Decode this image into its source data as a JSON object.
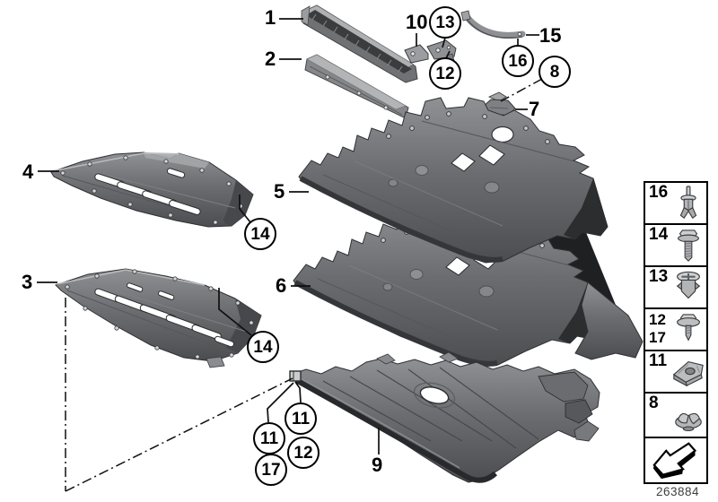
{
  "diagram": {
    "description": "Underbody shield / underbonnet screen exploded parts diagram",
    "part_number": "263884",
    "colors": {
      "background": "#ffffff",
      "line": "#000000",
      "panel_mid": "#6b6d70",
      "panel_dark": "#3a3c3f",
      "panel_light": "#aeb0b2"
    }
  },
  "callouts": {
    "plain": [
      {
        "id": "part-1",
        "text": "1"
      },
      {
        "id": "part-2",
        "text": "2"
      },
      {
        "id": "part-3",
        "text": "3"
      },
      {
        "id": "part-4",
        "text": "4"
      },
      {
        "id": "part-5",
        "text": "5"
      },
      {
        "id": "part-6",
        "text": "6"
      },
      {
        "id": "part-7",
        "text": "7"
      },
      {
        "id": "part-9",
        "text": "9"
      },
      {
        "id": "part-10",
        "text": "10"
      },
      {
        "id": "part-15",
        "text": "15"
      }
    ],
    "circled": [
      {
        "id": "part-13",
        "text": "13"
      },
      {
        "id": "part-12-top",
        "text": "12"
      },
      {
        "id": "part-16",
        "text": "16"
      },
      {
        "id": "part-8",
        "text": "8"
      },
      {
        "id": "part-14-upper",
        "text": "14"
      },
      {
        "id": "part-14-lower",
        "text": "14"
      },
      {
        "id": "part-11-right",
        "text": "11"
      },
      {
        "id": "part-11-left",
        "text": "11"
      },
      {
        "id": "part-12-bottom",
        "text": "12"
      },
      {
        "id": "part-17",
        "text": "17"
      }
    ]
  },
  "legend": {
    "rows": [
      {
        "labels": [
          "16"
        ],
        "icon": "expanding-rivet-icon"
      },
      {
        "labels": [
          "14"
        ],
        "icon": "hex-bolt-washer-icon"
      },
      {
        "labels": [
          "13"
        ],
        "icon": "plastic-expanding-nut-icon"
      },
      {
        "labels": [
          "12",
          "17"
        ],
        "icon": "hex-screw-washer-icon"
      },
      {
        "labels": [
          "11"
        ],
        "icon": "sheet-metal-clip-nut-icon"
      },
      {
        "labels": [
          "8"
        ],
        "icon": "plastic-clip-icon"
      }
    ],
    "footer_icon": "direction-arrow-icon"
  }
}
